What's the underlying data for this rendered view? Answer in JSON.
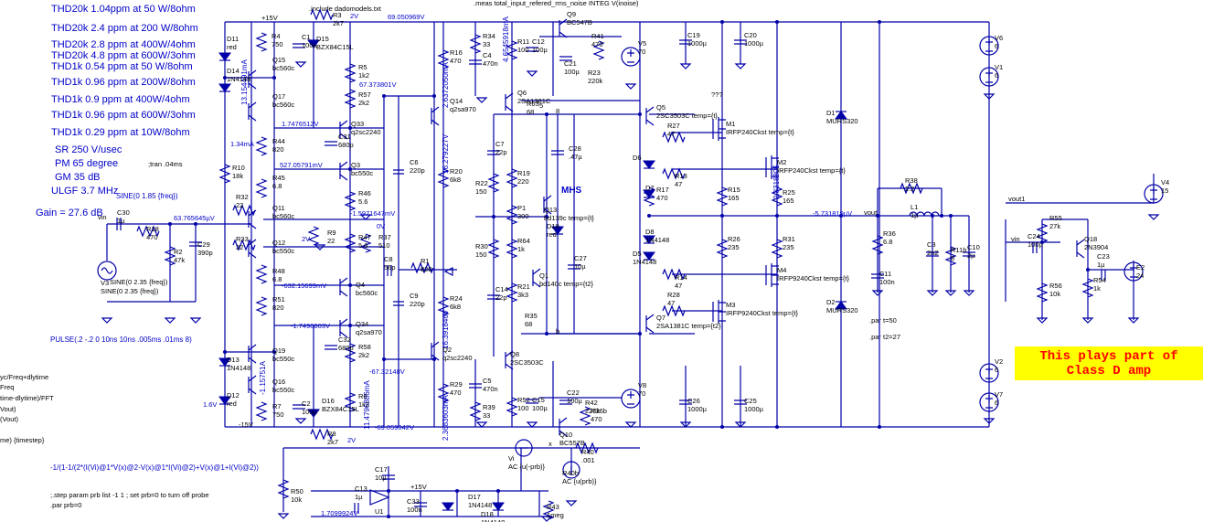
{
  "specs": [
    "THD20k 1.04ppm at 50 W/8ohm",
    "THD20k 2.4 ppm at 200 W/8ohm",
    "THD20k 2.8 ppm at 400W/4ohm",
    "THD20k 4.8 ppm at 600W/3ohm",
    "THD1k 0.54 ppm at 50 W/8ohm",
    "THD1k 0.96 ppm at 200W/8ohm",
    "THD1k 0.9 ppm at 400W/4ohm",
    "THD1k 0.96 ppm at 600W/3ohm",
    "THD1k 0.29 ppm at 10W/8ohm"
  ],
  "perf": [
    "SR 250 V/usec",
    "PM  65 degree",
    "GM  35 dB",
    "ULGF 3.7 MHz"
  ],
  "gain": "Gain = 27.6 dB",
  "directives": {
    "include": ".include dadomodels.txt",
    "meas": ".meas total_input_refered_rms_noise INTEG V(inoise)",
    "tran": ";tran .04ms",
    "pulse": "PULSE(.2 -.2 0 10ns 10ns .005ms .01ms 8)",
    "sine1": "SINE(0 1.85 {freq})",
    "sine2": "SINE(0 2.35 {freq})",
    "par_t": ".par t=50",
    "par_t2": ".par t2=27",
    "step": ";.step param prb list -1 1 ; set prb=0 to turn off probe",
    "par_prb": ".par prb=0",
    "loopgain": "-1/(1-1/(2*(I(Vi)@1*V(x)@2-V(x)@1*I(Vi)@2)+V(x)@1+I(Vi)@2))",
    "frag1": "yc/Freq+dlytime",
    "frag2": "Freq",
    "frag3": "time-dlytime)/FFT",
    "frag4": "Vout)",
    "frag5": "(Vout)",
    "frag6": "me) {timestep}"
  },
  "class_d_note": [
    "This plays part of",
    "Class D amp"
  ],
  "mhs": "MHS",
  "voltages": {
    "v1": "69.050969V",
    "v2": "67.373801V",
    "v3": "1.7476512V",
    "v4": "527.05791mV",
    "v5": "63.765645µV",
    "v6": "-1.5971647mV",
    "v7": "-632.15699mV",
    "v8": "-1.7490803V",
    "v9": "-67.32148V",
    "v10": "-69.059042V",
    "v11": "-5.731819µV",
    "v12": "1.7099924V",
    "v13": "0V",
    "v14": "2V",
    "v15": "2V",
    "v16": "2V"
  },
  "currents_vertical": [
    "13.154491mA",
    "2.6372050mA",
    "16.279227V",
    "4.6545918mA",
    "2.8318805",
    "16.391846V",
    "11.4796886mA",
    "2.3683603mA",
    "-1.15751A"
  ],
  "components": [
    {
      "ref": "R3",
      "val": "2k7"
    },
    {
      "ref": "R4",
      "val": "750"
    },
    {
      "ref": "D15",
      "val": "BZX84C15L"
    },
    {
      "ref": "R5",
      "val": "1k2"
    },
    {
      "ref": "R57",
      "val": "2k2"
    },
    {
      "ref": "Q15",
      "val": "bc560c"
    },
    {
      "ref": "Q17",
      "val": "bc560c"
    },
    {
      "ref": "Q33",
      "val": "q2sc2240"
    },
    {
      "ref": "R44",
      "val": "820"
    },
    {
      "ref": "C31",
      "val": "680p"
    },
    {
      "ref": "Q3",
      "val": "bc550c"
    },
    {
      "ref": "R45",
      "val": "6.8"
    },
    {
      "ref": "R46",
      "val": "5.6"
    },
    {
      "ref": "R10",
      "val": "18k"
    },
    {
      "ref": "R32",
      "val": "22"
    },
    {
      "ref": "Q11",
      "val": "bc560c"
    },
    {
      "ref": "R18",
      "val": "470"
    },
    {
      "ref": "C30",
      "val": "1µ"
    },
    {
      "ref": "R2",
      "val": "47k"
    },
    {
      "ref": "C29",
      "val": "390p"
    },
    {
      "ref": "R33",
      "val": "22"
    },
    {
      "ref": "Q12",
      "val": "bc550c"
    },
    {
      "ref": "R48",
      "val": "6.8"
    },
    {
      "ref": "R51",
      "val": "820"
    },
    {
      "ref": "R9",
      "val": "22"
    },
    {
      "ref": "R47",
      "val": "5.6"
    },
    {
      "ref": "R37",
      "val": "510"
    },
    {
      "ref": "Q4",
      "val": "bc560c"
    },
    {
      "ref": "Q34",
      "val": "q2sa970"
    },
    {
      "ref": "C32",
      "val": "680p"
    },
    {
      "ref": "R58",
      "val": "2k2"
    },
    {
      "ref": "Q19",
      "val": "bc550c"
    },
    {
      "ref": "Q16",
      "val": "bc550c"
    },
    {
      "ref": "R7",
      "val": "750"
    },
    {
      "ref": "R6",
      "val": "1k2"
    },
    {
      "ref": "R8",
      "val": "2k7"
    },
    {
      "ref": "D16",
      "val": "BZX84C15L"
    },
    {
      "ref": "C1",
      "val": "100µ"
    },
    {
      "ref": "C2",
      "val": "100µ"
    },
    {
      "ref": "C6",
      "val": "220p"
    },
    {
      "ref": "C8",
      "val": "56p"
    },
    {
      "ref": "C9",
      "val": "220p"
    },
    {
      "ref": "R1",
      "val": "820"
    },
    {
      "ref": "R16",
      "val": "470"
    },
    {
      "ref": "R34",
      "val": "33"
    },
    {
      "ref": "C4",
      "val": "470n"
    },
    {
      "ref": "R11",
      "val": "100"
    },
    {
      "ref": "C12",
      "val": "100µ"
    },
    {
      "ref": "Q9",
      "val": "BC547B"
    },
    {
      "ref": "R41",
      "val": "470"
    },
    {
      "ref": "C21",
      "val": "100µ"
    },
    {
      "ref": "R23",
      "val": "220k"
    },
    {
      "ref": "V5",
      "val": "70"
    },
    {
      "ref": "Q14",
      "val": "q2sa970"
    },
    {
      "ref": "R20",
      "val": "6k8"
    },
    {
      "ref": "R24",
      "val": "6k8"
    },
    {
      "ref": "Q2",
      "val": "q2sc2240"
    },
    {
      "ref": "R29",
      "val": "470"
    },
    {
      "ref": "C5",
      "val": "470n"
    },
    {
      "ref": "R39",
      "val": "33"
    },
    {
      "ref": "R52",
      "val": "100"
    },
    {
      "ref": "C15",
      "val": "100µ"
    },
    {
      "ref": "Q8",
      "val": "2SC3503C"
    },
    {
      "ref": "Q6",
      "val": "2SA1381C"
    },
    {
      "ref": "R63",
      "val": "68"
    },
    {
      "ref": "C7",
      "val": "22p"
    },
    {
      "ref": "R22",
      "val": "150"
    },
    {
      "ref": "R19",
      "val": "220"
    },
    {
      "ref": "P1",
      "val": "300"
    },
    {
      "ref": "R30",
      "val": "150"
    },
    {
      "ref": "R64",
      "val": "1k"
    },
    {
      "ref": "C14",
      "val": "22p"
    },
    {
      "ref": "R21",
      "val": "3k3"
    },
    {
      "ref": "R35",
      "val": "68"
    },
    {
      "ref": "C28",
      "val": ".47µ"
    },
    {
      "ref": "Q13",
      "val": "bd139c temp={t}"
    },
    {
      "ref": "D19",
      "val": "red"
    },
    {
      "ref": "C27",
      "val": "10µ"
    },
    {
      "ref": "Q1",
      "val": "bd140c temp={t2}"
    },
    {
      "ref": "C22",
      "val": "100µ"
    },
    {
      "ref": "R42",
      "val": "220k"
    },
    {
      "ref": "R36b",
      "val": "470"
    },
    {
      "ref": "Q10",
      "val": "BC557B"
    },
    {
      "ref": "V8",
      "val": "70"
    },
    {
      "ref": "Q5",
      "val": "2SC3503C temp={t}"
    },
    {
      "ref": "R27",
      "val": "47"
    },
    {
      "ref": "M1",
      "val": "IRFP240Ckst temp={t}"
    },
    {
      "ref": "R13",
      "val": "47"
    },
    {
      "ref": "D6",
      "val": ""
    },
    {
      "ref": "D7",
      "val": ""
    },
    {
      "ref": "R17",
      "val": "470"
    },
    {
      "ref": "D8",
      "val": "1N4148"
    },
    {
      "ref": "D5",
      "val": "1N4148"
    },
    {
      "ref": "R14",
      "val": "47"
    },
    {
      "ref": "R28",
      "val": "47"
    },
    {
      "ref": "M3",
      "val": "IRFP9240Ckst temp={t}"
    },
    {
      "ref": "Q7",
      "val": "2SA1381C temp={t2}"
    },
    {
      "ref": "C19",
      "val": "1000µ"
    },
    {
      "ref": "C20",
      "val": "1000µ"
    },
    {
      "ref": "R15",
      "val": "165"
    },
    {
      "ref": "R26",
      "val": "235"
    },
    {
      "ref": "C26",
      "val": "1000µ"
    },
    {
      "ref": "C25",
      "val": "1000µ"
    },
    {
      "ref": "M2",
      "val": "IRFP240Ckst temp={t}"
    },
    {
      "ref": "R25",
      "val": "165"
    },
    {
      "ref": "R31",
      "val": "235"
    },
    {
      "ref": "M4",
      "val": "IRFP9240Ckst temp={t}"
    },
    {
      "ref": "D1",
      "val": "MURS320"
    },
    {
      "ref": "D2",
      "val": "MURS320"
    },
    {
      "ref": "R38",
      "val": "2.2"
    },
    {
      "ref": "L1",
      "val": "1µ"
    },
    {
      "ref": "R36",
      "val": "6.8"
    },
    {
      "ref": "C11",
      "val": "100n"
    },
    {
      "ref": "C3",
      "val": "2n2"
    },
    {
      "ref": "R11b",
      "val": "8"
    },
    {
      "ref": "C10",
      "val": "2µ"
    },
    {
      "ref": "V6",
      "val": "6"
    },
    {
      "ref": "V1",
      "val": "6"
    },
    {
      "ref": "V4",
      "val": "15"
    },
    {
      "ref": "V2",
      "val": "6"
    },
    {
      "ref": "V7",
      "val": "6"
    },
    {
      "ref": "R55",
      "val": "27k"
    },
    {
      "ref": "C24",
      "val": "100µ"
    },
    {
      "ref": "Q18",
      "val": "2N3904"
    },
    {
      "ref": "R56",
      "val": "10k"
    },
    {
      "ref": "R54",
      "val": "1k"
    },
    {
      "ref": "C23",
      "val": "1µ"
    },
    {
      "ref": "E2",
      "val": "24"
    },
    {
      "ref": "R40",
      "val": ".001"
    },
    {
      "ref": "R50",
      "val": "10k"
    },
    {
      "ref": "C17",
      "val": "10µ"
    },
    {
      "ref": "C13",
      "val": "1µ"
    },
    {
      "ref": "C33",
      "val": "100n"
    },
    {
      "ref": "D17",
      "val": "1N4148"
    },
    {
      "ref": "D18",
      "val": "1N4148"
    },
    {
      "ref": "R43",
      "val": "1meg"
    },
    {
      "ref": "U1",
      "val": ""
    },
    {
      "ref": "D11",
      "val": "red"
    },
    {
      "ref": "D14",
      "val": "1N4148"
    },
    {
      "ref": "D12",
      "val": "red"
    },
    {
      "ref": "D13",
      "val": "1N4148"
    },
    {
      "ref": "V3",
      "val": "SINE(0 2.35 {freq})"
    },
    {
      "ref": "Vi",
      "val": "AC {u(-prb)}"
    },
    {
      "ref": "R40b",
      "val": "AC {u(prb)}"
    }
  ],
  "nets": {
    "vin1": "vin",
    "vin2": "vin",
    "vout": "vout",
    "vout1": "vout1",
    "plus15": "+15V",
    "minus15": "-15V",
    "plus15b": "+15V",
    "b": "b",
    "c": "8",
    "e": "5",
    "i": "1.34mA",
    "ia": "1.6V",
    "qq": "???",
    "x": "x"
  },
  "colors": {
    "wire": "#0000a8",
    "text_blue": "#0000c8",
    "note_bg": "#ffff00",
    "note_fg": "#ff0000"
  }
}
